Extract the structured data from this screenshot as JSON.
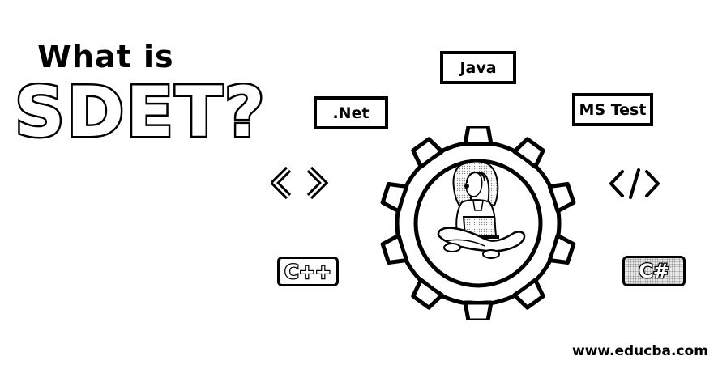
{
  "heading": {
    "line1": "What is",
    "line2": "SDET?"
  },
  "tags": {
    "java": "Java",
    "net": ".Net",
    "ms_test": "MS Test"
  },
  "badges": {
    "cpp": "C++",
    "csharp": "C#"
  },
  "icons": {
    "left_code": "angle-brackets-icon",
    "right_code": "code-slash-icon",
    "center": "gear-icon",
    "person": "person-with-laptop-icon"
  },
  "footer": {
    "url": "www.educba.com"
  }
}
